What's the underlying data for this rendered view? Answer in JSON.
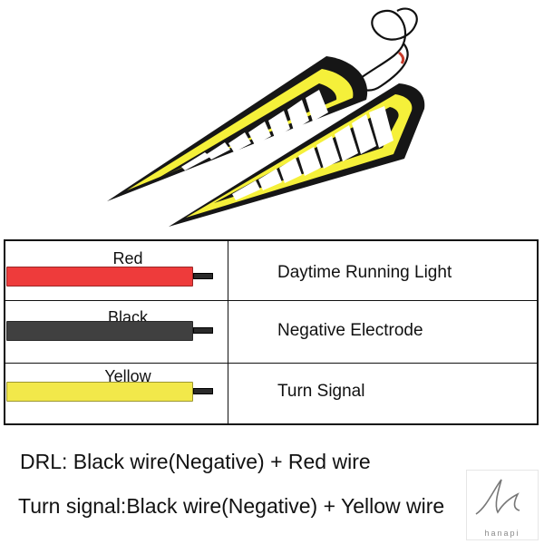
{
  "wiring_table": {
    "rows": [
      {
        "wire_color_label": "Red",
        "function": "Daytime Running Light",
        "wire_color": "#ee3b3b"
      },
      {
        "wire_color_label": "Black",
        "function": "Negative Electrode",
        "wire_color": "#404040"
      },
      {
        "wire_color_label": "Yellow",
        "function": "Turn Signal",
        "wire_color": "#f2e84a"
      }
    ]
  },
  "notes": {
    "drl": "DRL: Black wire(Negative) + Red wire",
    "turn_signal": "Turn signal:Black wire(Negative) + Yellow wire"
  },
  "watermark": {
    "text": "hanapi"
  },
  "colors": {
    "led_yellow": "#f5f03a",
    "housing_black": "#161616",
    "border": "#111111"
  }
}
